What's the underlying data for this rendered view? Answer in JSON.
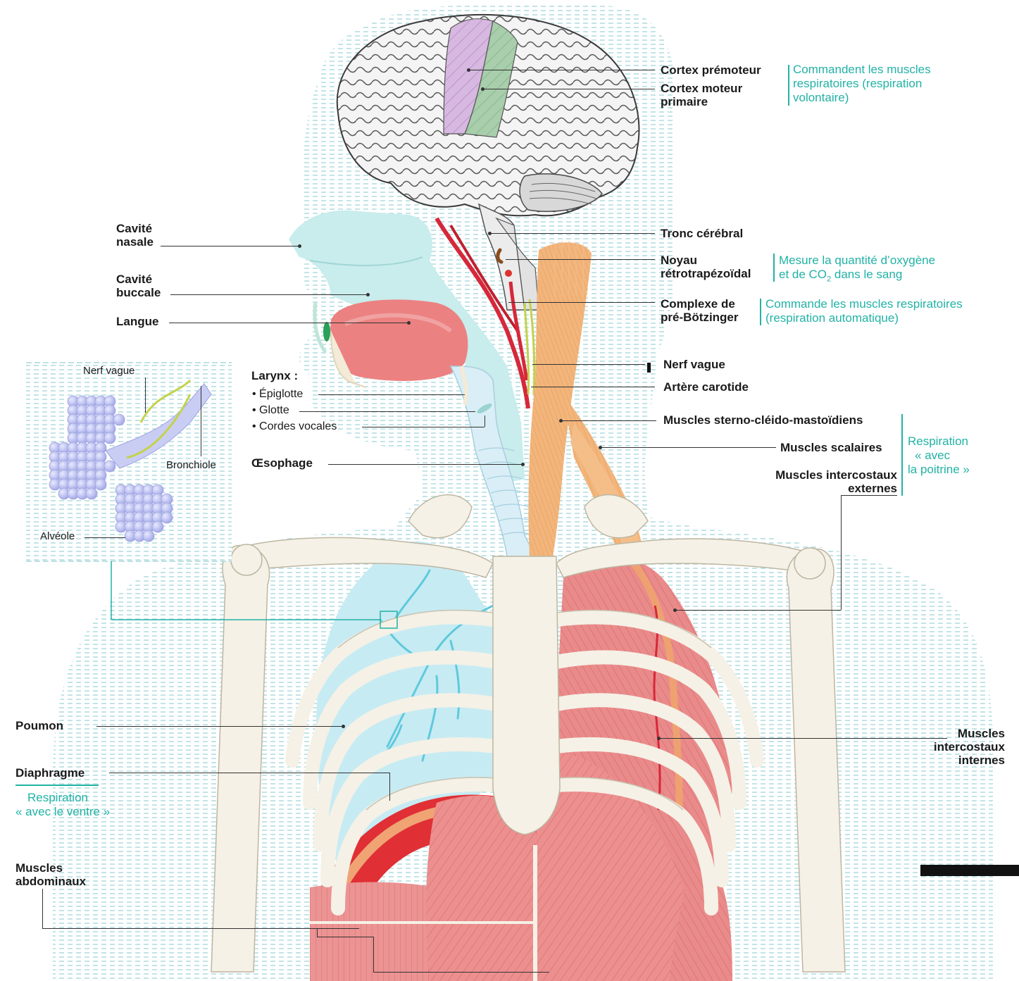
{
  "labels": {
    "cortex_premoteur": "Cortex prémoteur",
    "cortex_moteur": [
      "Cortex moteur",
      "primaire"
    ],
    "cortex_note": [
      "Commandent les muscles",
      "respiratoires (respiration",
      "volontaire)"
    ],
    "tronc": "Tronc cérébral",
    "noyau": [
      "Noyau",
      "rétrotrapézoïdal"
    ],
    "noyau_note_1": "Mesure la quantité d’oxygène",
    "noyau_note_2_pre": "et de CO",
    "noyau_note_2_sub": "2",
    "noyau_note_2_post": " dans le sang",
    "complexe": [
      "Complexe de",
      "pré-Bötzinger"
    ],
    "complexe_note": [
      "Commande les muscles respiratoires",
      "(respiration automatique)"
    ],
    "nerf_vague": "Nerf vague",
    "artere": "Artère carotide",
    "scm": "Muscles sterno-cléido-mastoïdiens",
    "scalaires": "Muscles scalaires",
    "intercostaux_ext": [
      "Muscles intercostaux",
      "externes"
    ],
    "poitrine_note": [
      "Respiration",
      "« avec",
      "la poitrine »"
    ],
    "intercostaux_int": [
      "Muscles",
      "intercostaux",
      "internes"
    ],
    "cavite_nasale": [
      "Cavité",
      "nasale"
    ],
    "cavite_buccale": [
      "Cavité",
      "buccale"
    ],
    "langue": "Langue",
    "larynx": "Larynx :",
    "epiglotte": "• Épiglotte",
    "glotte": "• Glotte",
    "cordes": "• Cordes vocales",
    "oesophage": "Œsophage",
    "poumon": "Poumon",
    "diaphragme": "Diaphragme",
    "ventre_note": [
      "Respiration",
      "« avec le ventre »"
    ],
    "abdominaux": [
      "Muscles",
      "abdominaux"
    ]
  },
  "inset": {
    "nerf_vague": "Nerf vague",
    "bronchiole": "Bronchiole",
    "alveole": "Alvéole"
  },
  "colors": {
    "accent": "#22b2a6",
    "bone": "#f5f1e6",
    "muscle": "#e97f7f",
    "tendon": "#f0b070",
    "lung": "#c9ecf3",
    "airway": "#c9ecec",
    "brain": "#f4f4f4",
    "premotor": "#c9a6d6",
    "motor": "#93c39a",
    "alveoli": "#b9bdf0"
  }
}
